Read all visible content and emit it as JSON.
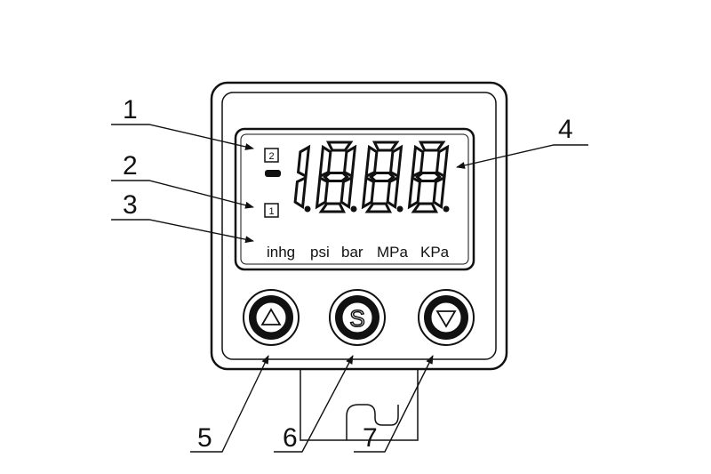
{
  "display": {
    "readout": "-1888",
    "units": [
      "inhg",
      "psi",
      "bar",
      "MPa",
      "KPa"
    ],
    "indicator_top": "2",
    "indicator_bottom": "1"
  },
  "buttons": {
    "up": "up-arrow",
    "set": "S",
    "down": "down-arrow"
  },
  "callouts": {
    "c1": "1",
    "c2": "2",
    "c3": "3",
    "c4": "4",
    "c5": "5",
    "c6": "6",
    "c7": "7"
  }
}
